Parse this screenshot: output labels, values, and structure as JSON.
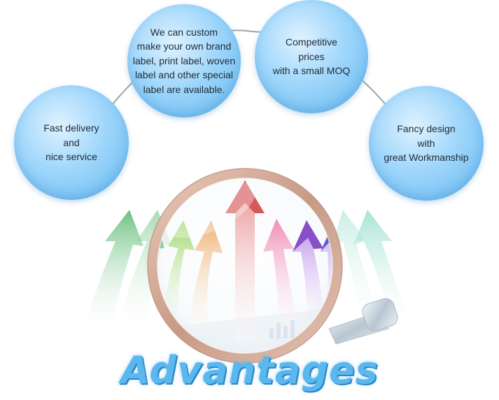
{
  "bubbles": {
    "custom": "We can custom\nmake your own brand\nlabel, print label, woven\nlabel and other special\nlabel are available.",
    "prices": "Competitive\nprices\nwith a small MOQ",
    "fast": "Fast delivery\nand\nnice service",
    "design": "Fancy design\nwith\ngreat Workmanship"
  },
  "title": "Advantages",
  "colors": {
    "bubble": "#62b8ef",
    "title": "#5ab8ee",
    "arrows": [
      "#3fae5a",
      "#9ed66a",
      "#f0b070",
      "#d45a5a",
      "#f28cb4",
      "#a070d8",
      "#5a5ad0"
    ]
  }
}
